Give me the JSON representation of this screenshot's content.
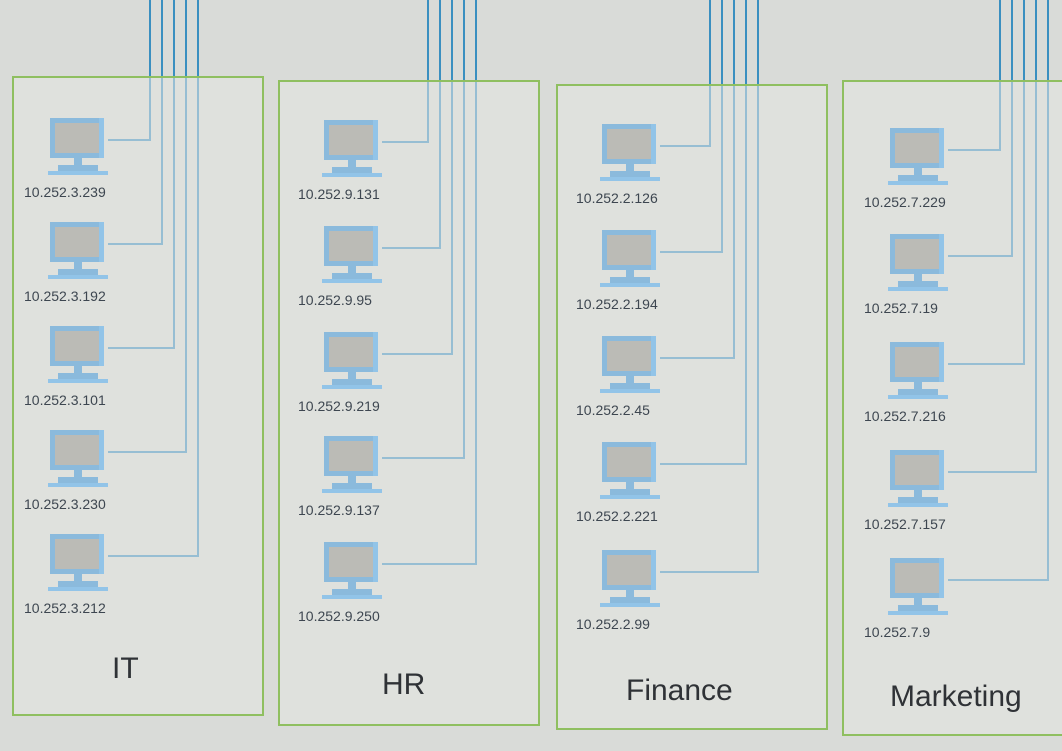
{
  "departments": [
    {
      "name": "IT",
      "hosts": [
        "10.252.3.239",
        "10.252.3.192",
        "10.252.3.101",
        "10.252.3.230",
        "10.252.3.212"
      ]
    },
    {
      "name": "HR",
      "hosts": [
        "10.252.9.131",
        "10.252.9.95",
        "10.252.9.219",
        "10.252.9.137",
        "10.252.9.250"
      ]
    },
    {
      "name": "Finance",
      "hosts": [
        "10.252.2.126",
        "10.252.2.194",
        "10.252.2.45",
        "10.252.2.221",
        "10.252.2.99"
      ]
    },
    {
      "name": "Marketing",
      "hosts": [
        "10.252.7.229",
        "10.252.7.19",
        "10.252.7.216",
        "10.252.7.157",
        "10.252.7.9"
      ]
    }
  ],
  "colors": {
    "background": "#d9dbd8",
    "box_border": "#8fbf60",
    "cable": "#3a8fc0",
    "monitor_frame": "#1f86d6",
    "screen": "#8b8882",
    "label_text": "#3d4650"
  },
  "icon": "computer-icon"
}
